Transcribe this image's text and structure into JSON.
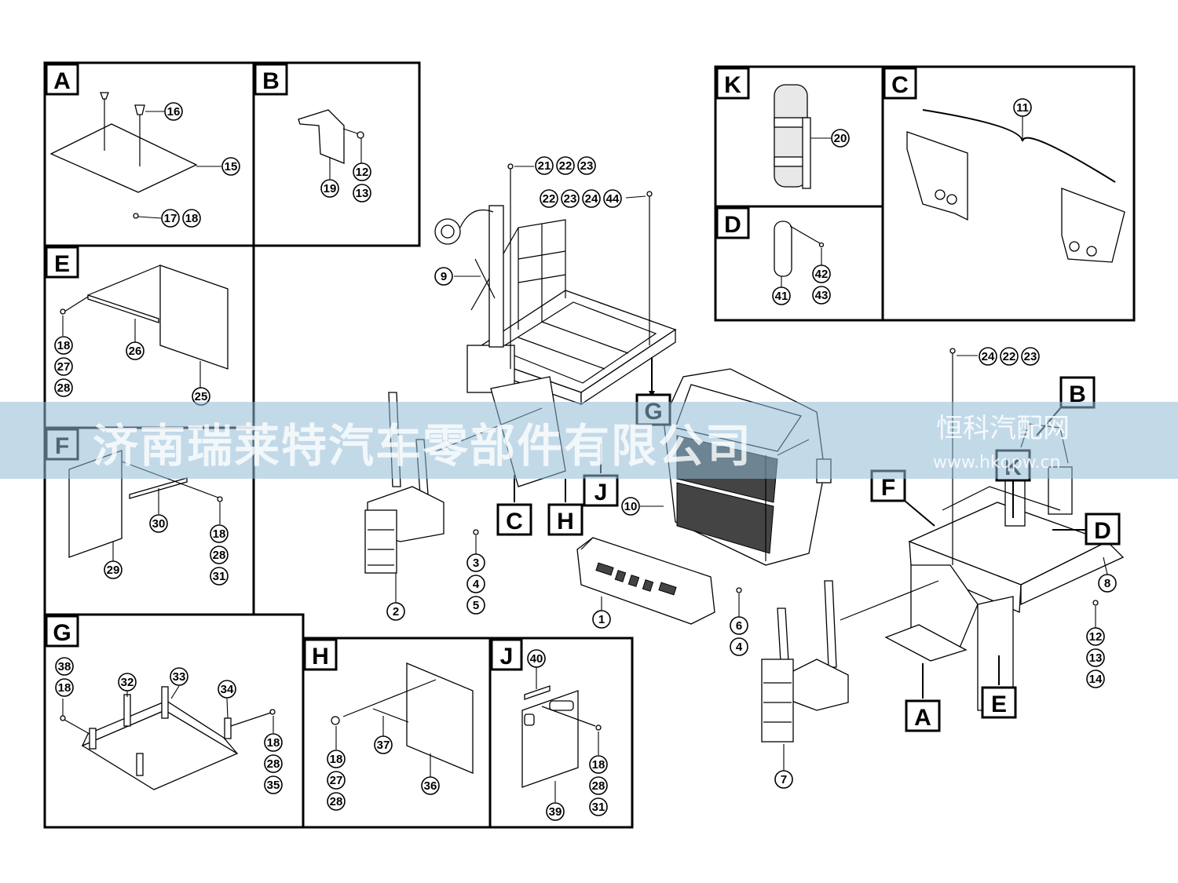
{
  "panel_labels": {
    "A": "A",
    "B": "B",
    "C": "C",
    "D": "D",
    "E": "E",
    "F": "F",
    "G": "G",
    "H": "H",
    "J": "J",
    "K": "K"
  },
  "pointer_labels": {
    "G": "G",
    "C": "C",
    "H": "H",
    "J": "J",
    "B": "B",
    "F": "F",
    "K": "K",
    "D": "D",
    "A": "A",
    "E": "E"
  },
  "callouts": {
    "c1": "1",
    "c2": "2",
    "c3": "3",
    "c4a": "4",
    "c5": "5",
    "c6": "6",
    "c4b": "4",
    "c7": "7",
    "c8": "8",
    "c9": "9",
    "c10": "10",
    "c11": "11",
    "c12a": "12",
    "c13a": "13",
    "c12b": "12",
    "c13b": "13",
    "c14": "14",
    "c15": "15",
    "c16": "16",
    "c17": "17",
    "c18a": "18",
    "c19": "19",
    "c20": "20",
    "c21": "21",
    "c22a": "22",
    "c23a": "23",
    "c22b": "22",
    "c23b": "23",
    "c24a": "24",
    "c44": "44",
    "c24b": "24",
    "c22c": "22",
    "c23c": "23",
    "c18e": "18",
    "c27e": "27",
    "c28e": "28",
    "c26": "26",
    "c25": "25",
    "c30": "30",
    "c18f": "18",
    "c28f": "28",
    "c31f": "31",
    "c29": "29",
    "c38": "38",
    "c18g1": "18",
    "c32": "32",
    "c33": "33",
    "c34": "34",
    "c18g2": "18",
    "c28g": "28",
    "c35": "35",
    "c18h": "18",
    "c27h": "27",
    "c28h": "28",
    "c37": "37",
    "c36": "36",
    "c40": "40",
    "c18j": "18",
    "c28j": "28",
    "c31j": "31",
    "c39": "39",
    "c41": "41",
    "c42": "42",
    "c43": "43"
  },
  "watermark": {
    "company": "济南瑞莱特汽车零部件有限公司",
    "site_name": "恒科汽配网",
    "site_url": "www.hkqpw.cn"
  },
  "colors": {
    "watermark_band": "#8fb9d6",
    "line": "#000000"
  }
}
